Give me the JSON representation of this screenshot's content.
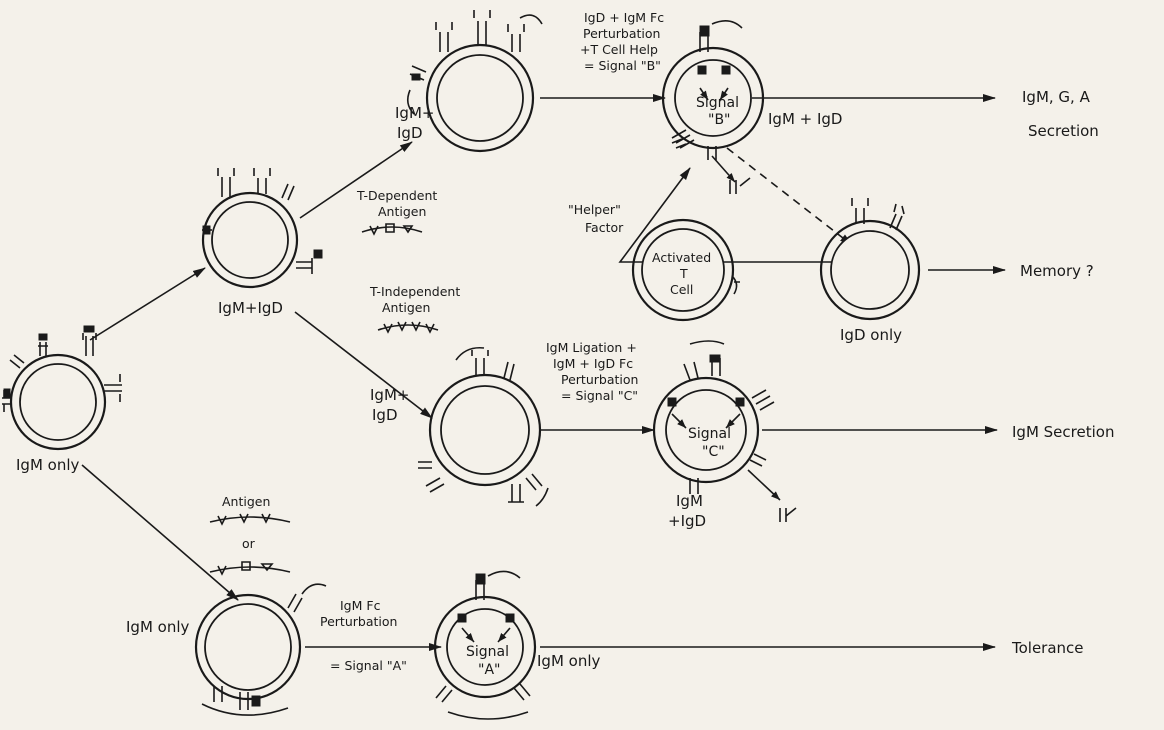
{
  "labels": {
    "igm_only_1": "IgM only",
    "igm_igd_1": "IgM+IgD",
    "igm_plus_igd_top": "IgM+",
    "igm_plus_igd_top2": "IgD",
    "t_dep_1": "T-Dependent",
    "t_dep_2": "Antigen",
    "t_indep_1": "T-Independent",
    "t_indep_2": "Antigen",
    "igm_plus_mid": "IgM+",
    "igd_mid": "IgD",
    "signal_b_cond_1": "IgD + IgM Fc",
    "signal_b_cond_2": "Perturbation",
    "signal_b_cond_3": "+T Cell Help",
    "signal_b_cond_4": "= Signal \"B\"",
    "signal_b_word": "Signal",
    "signal_b_letter": "\"B\"",
    "igm_igd_b": "IgM + IgD",
    "igmga_1": "IgM, G, A",
    "igmga_2": "Secretion",
    "helper_1": "\"Helper\"",
    "helper_2": "Factor",
    "activated_1": "Activated",
    "activated_2": "T",
    "activated_3": "Cell",
    "memory": "Memory ?",
    "igd_only": "IgD only",
    "signal_c_cond_1": "IgM Ligation +",
    "signal_c_cond_2": "IgM + IgD Fc",
    "signal_c_cond_3": "Perturbation",
    "signal_c_cond_4": "= Signal \"C\"",
    "signal_c_word": "Signal",
    "signal_c_letter": "\"C\"",
    "igm_c": "IgM",
    "igd_c": "+IgD",
    "igm_secretion": "IgM  Secretion",
    "antigen_word": "Antigen",
    "or_word": "or",
    "igm_only_lower": "IgM only",
    "signal_a_cond_1": "IgM Fc",
    "signal_a_cond_2": "Perturbation",
    "signal_a_cond_3": "= Signal \"A\"",
    "signal_a_word": "Signal",
    "signal_a_letter": "\"A\"",
    "igm_only_a": "IgM only",
    "tolerance": "Tolerance"
  }
}
